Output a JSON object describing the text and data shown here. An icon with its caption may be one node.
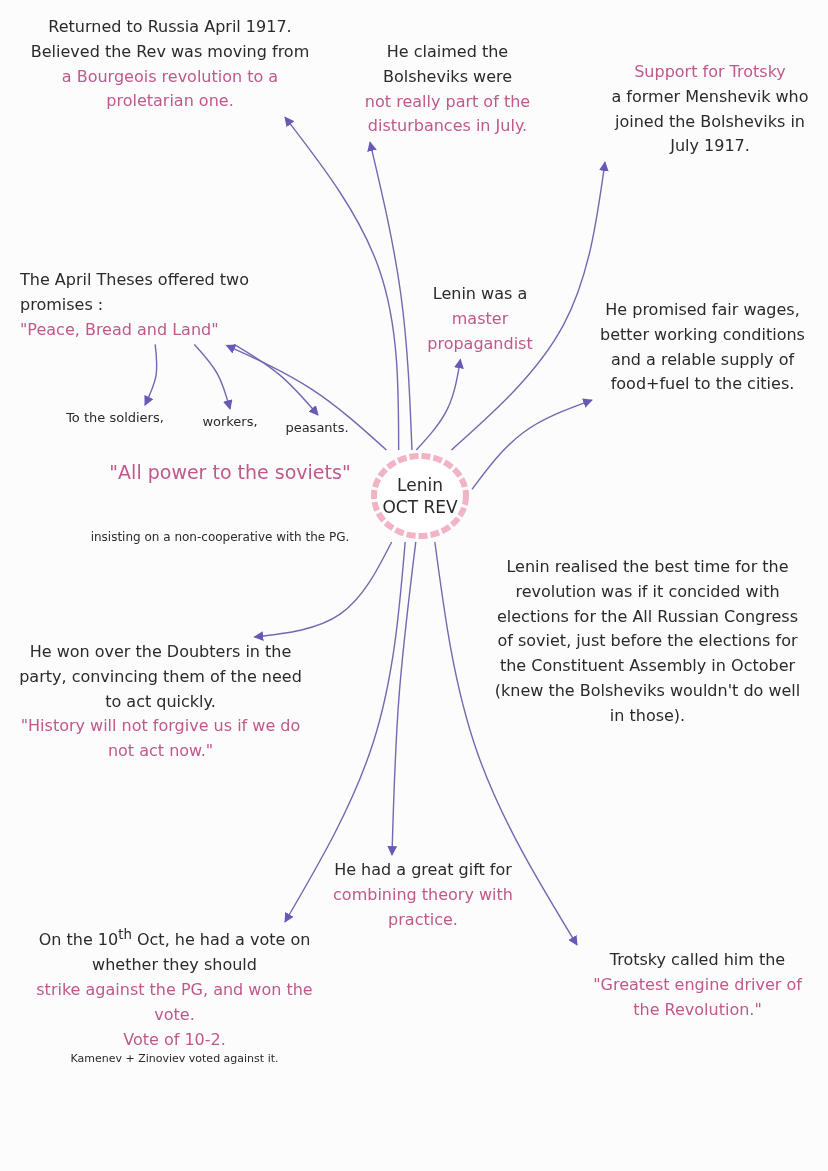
{
  "diagram": {
    "nodes": [
      {
        "text": [
          "Lenin OCT REV"
        ]
      },
      {
        "text": [
          "Returned to Russia April 1917.",
          "Believed the Rev was moving from",
          "a Bourgeois revolution to a proletarian one."
        ]
      },
      {
        "text": [
          "He claimed the Bolsheviks were",
          "not really part of the disturbances in July."
        ]
      },
      {
        "text": [
          "Support for Trotsky",
          "a former Menshevik who joined the Bolsheviks in July 1917."
        ]
      },
      {
        "text": [
          "The April Theses offered two promises :",
          "\"Peace, Bread and Land\""
        ]
      },
      {
        "text": [
          "To the soldiers,"
        ]
      },
      {
        "text": [
          "workers,"
        ]
      },
      {
        "text": [
          "peasants."
        ]
      },
      {
        "text": [
          "Lenin was a",
          "master propagandist"
        ]
      },
      {
        "text": [
          "He promised fair wages, better working conditions and a relable supply of food+fuel to the cities."
        ]
      },
      {
        "text": [
          "He won over the Doubters in the party, convincing them of the need to act quickly.",
          "\"History will not forgive us if we do not act now.\""
        ]
      },
      {
        "text": [
          "He had a great gift for",
          "combining theory with practice."
        ]
      },
      {
        "text": [
          "On the 10$^{th}$ Oct, he had a vote on whether they should",
          "strike against the PG, and won the vote.",
          "Vote of 10-2.",
          "Kamenev + Zinoviev voted against it."
        ]
      },
      {
        "text": [
          "Trotsky called him the",
          "\"Greatest engine driver of the Revolution.\""
        ]
      }
    ],
    "edges": [
      {
        "from": 0,
        "to": 1,
        "arrow": "to"
      },
      {
        "from": 0,
        "to": 2,
        "arrow": "to"
      },
      {
        "from": 0,
        "to": 3,
        "arrow": "to"
      },
      {
        "from": 0,
        "to": 4,
        "arrow": "to"
      },
      {
        "from": 4,
        "to": 5,
        "arrow": "to"
      },
      {
        "from": 4,
        "to": 6,
        "arrow": "to"
      },
      {
        "from": 4,
        "to": 7,
        "arrow": "to"
      },
      {
        "from": 0,
        "to": 8,
        "arrow": "to"
      },
      {
        "from": 0,
        "to": 9,
        "arrow": "to"
      },
      {
        "from": 0,
        "to": 10,
        "arrow": "to"
      },
      {
        "from": 0,
        "to": 11,
        "arrow": "to"
      },
      {
        "from": 0,
        "to": 12,
        "arrow": "to"
      },
      {
        "from": 0,
        "to": 13,
        "arrow": "to"
      }
    ],
    "labels": [
      "\"All power to the soviets\"",
      "insisting on a non-cooperative with the PG.",
      "Lenin realised the best time for the revolution was if it concided with elections for the All Russian Congress of soviet, just before the elections for the Constituent Assembly in October (knew the Bolsheviks wouldn't do well in those)."
    ]
  }
}
